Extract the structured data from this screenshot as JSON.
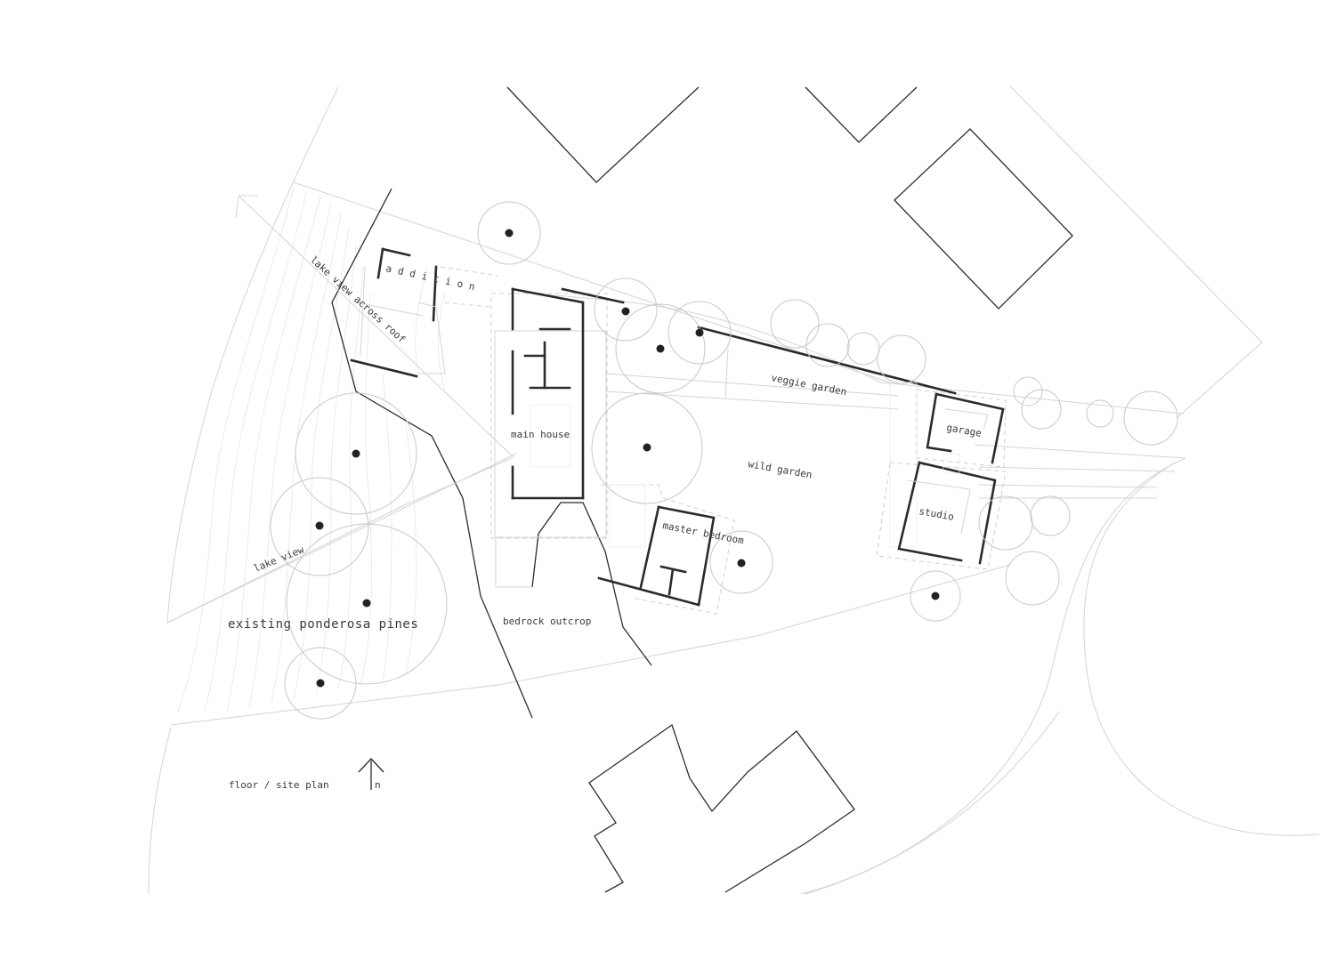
{
  "labels": {
    "addition": "addition",
    "lake_view_across_roof": "lake view across roof",
    "main_house": "main house",
    "veggie_garden": "veggie garden",
    "wild_garden": "wild garden",
    "garage": "garage",
    "studio": "studio",
    "master_bedroom": "master bedroom",
    "bedrock_outcrop": "bedrock outcrop",
    "lake_view": "lake view",
    "existing_ponderosa_pines": "existing ponderosa pines",
    "floor_site_plan": "floor / site plan",
    "north": "n"
  },
  "colors": {
    "ink": "#2b2b2b",
    "faint_line": "#d4d4d4",
    "background": "#ffffff"
  }
}
